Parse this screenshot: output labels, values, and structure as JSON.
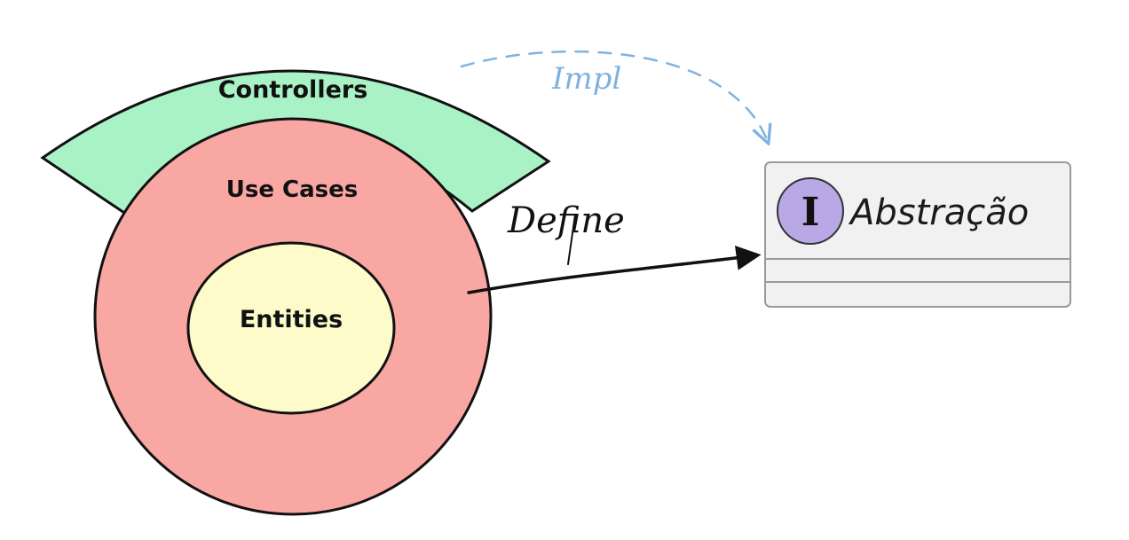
{
  "layers": {
    "outer": {
      "label": "Controllers",
      "color": "#a9f2c6"
    },
    "middle": {
      "label": "Use Cases",
      "color": "#f9a7a3"
    },
    "inner": {
      "label": "Entities",
      "color": "#fcfbc9"
    }
  },
  "interface": {
    "badge": "I",
    "badge_color": "#b9a8e6",
    "name": "Abstração"
  },
  "arrows": {
    "define": {
      "label": "Define",
      "color": "#111111"
    },
    "impl": {
      "label": "Impl",
      "color": "#7fb2e0"
    }
  }
}
